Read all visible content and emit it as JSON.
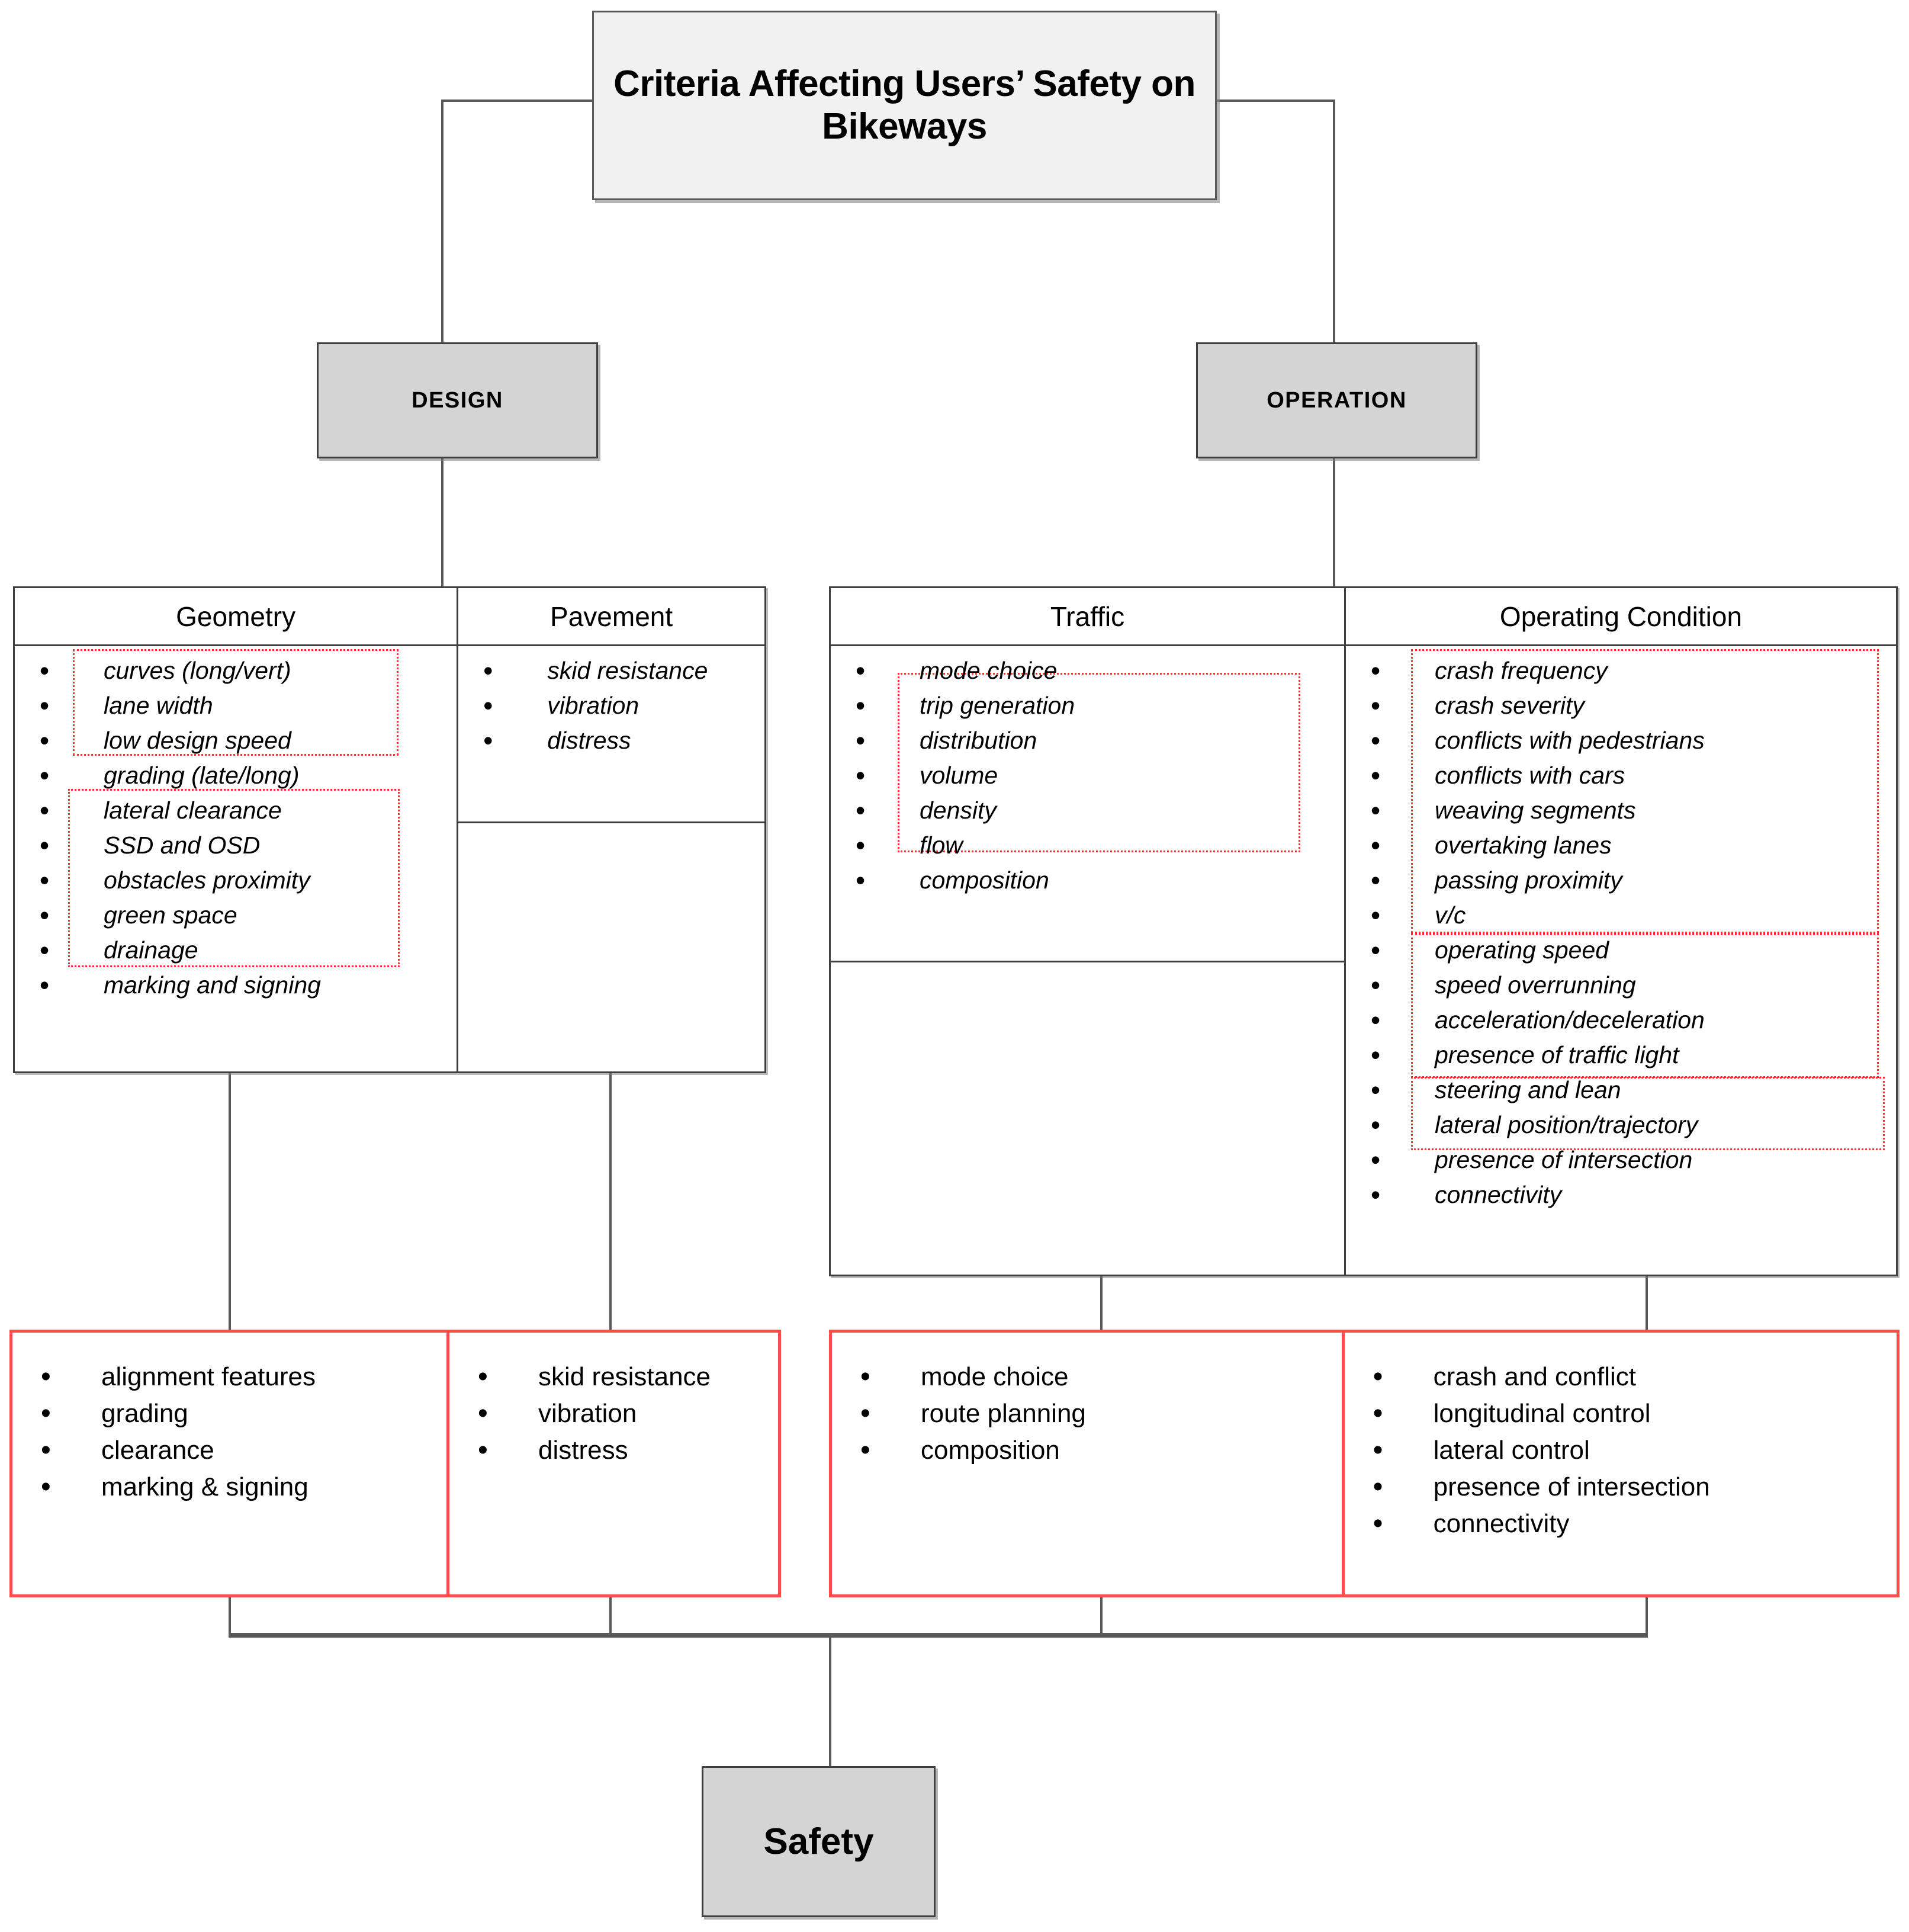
{
  "diagram": {
    "title_box": {
      "label": "Criteria Affecting Users’ Safety on Bikeways"
    },
    "categories": [
      {
        "label": "DESIGN"
      },
      {
        "label": "OPERATION"
      }
    ],
    "criteria_tables": [
      {
        "name": "design-criteria-table",
        "columns": [
          {
            "header": "Geometry",
            "items": [
              "curves (long/vert)",
              "lane width",
              "low design speed",
              "grading (late/long)",
              "lateral clearance",
              "SSD and OSD",
              "obstacles proximity",
              "green space",
              "drainage",
              "marking and signing"
            ],
            "groups": [
              {
                "from": 0,
                "to": 2
              },
              {
                "from": 4,
                "to": 8
              }
            ]
          },
          {
            "header": "Pavement",
            "items": [
              "skid resistance",
              "vibration",
              "distress"
            ],
            "groups": []
          }
        ]
      },
      {
        "name": "operation-criteria-table",
        "columns": [
          {
            "header": "Traffic",
            "items": [
              "mode choice",
              "trip generation",
              "distribution",
              "volume",
              "density",
              "flow",
              "composition"
            ],
            "groups": [
              {
                "from": 1,
                "to": 5
              }
            ]
          },
          {
            "header": "Operating Condition",
            "items": [
              "crash frequency",
              "crash severity",
              "conflicts with pedestrians",
              "conflicts with cars",
              "weaving segments",
              "overtaking lanes",
              "passing proximity",
              "v/c",
              "operating speed",
              "speed overrunning",
              "acceleration/deceleration",
              "presence of traffic light",
              "steering and lean",
              "lateral position/trajectory",
              "presence of intersection",
              "connectivity"
            ],
            "groups": [
              {
                "from": 0,
                "to": 7
              },
              {
                "from": 8,
                "to": 11
              },
              {
                "from": 12,
                "to": 13
              }
            ]
          }
        ]
      }
    ],
    "summary_boxes": [
      {
        "name": "design-summary-box",
        "columns": [
          {
            "name": "geometry-summary",
            "items": [
              "alignment features",
              "grading",
              "clearance",
              "marking & signing"
            ]
          },
          {
            "name": "pavement-summary",
            "items": [
              "skid resistance",
              "vibration",
              "distress"
            ]
          }
        ]
      },
      {
        "name": "operation-summary-box",
        "columns": [
          {
            "name": "traffic-summary",
            "items": [
              "mode choice",
              "route planning",
              "composition"
            ]
          },
          {
            "name": "operating-condition-summary",
            "items": [
              "crash and conflict",
              "longitudinal control",
              "lateral control",
              "presence of intersection",
              "connectivity"
            ]
          }
        ]
      }
    ],
    "outcome_box": {
      "label": "Safety"
    },
    "colors": {
      "box_fill": "#d4d4d4",
      "title_fill": "#f1f1f1",
      "outline": "#3f3f3f",
      "connector": "#595959",
      "highlight_red": "#ff4b4b",
      "dashed_red": "#ff2d2d"
    }
  }
}
